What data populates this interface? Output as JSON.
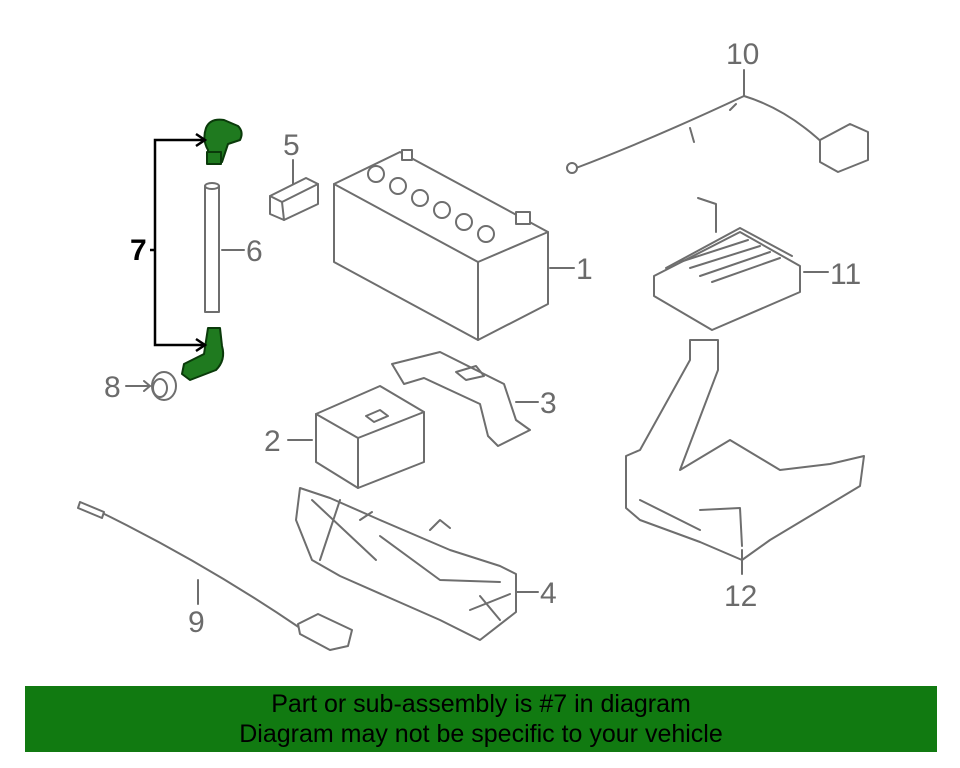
{
  "callouts": {
    "c1": "1",
    "c2": "2",
    "c3": "3",
    "c4": "4",
    "c5": "5",
    "c6": "6",
    "c7": "7",
    "c8": "8",
    "c9": "9",
    "c10": "10",
    "c11": "11",
    "c12": "12"
  },
  "banner": {
    "line1": "Part or sub-assembly is #7 in diagram",
    "line2": "Diagram may not be specific to your vehicle"
  },
  "colors": {
    "banner_bg": "#117a11",
    "highlight_part": "#1f7a1f",
    "line_art": "#6e6e6e"
  }
}
